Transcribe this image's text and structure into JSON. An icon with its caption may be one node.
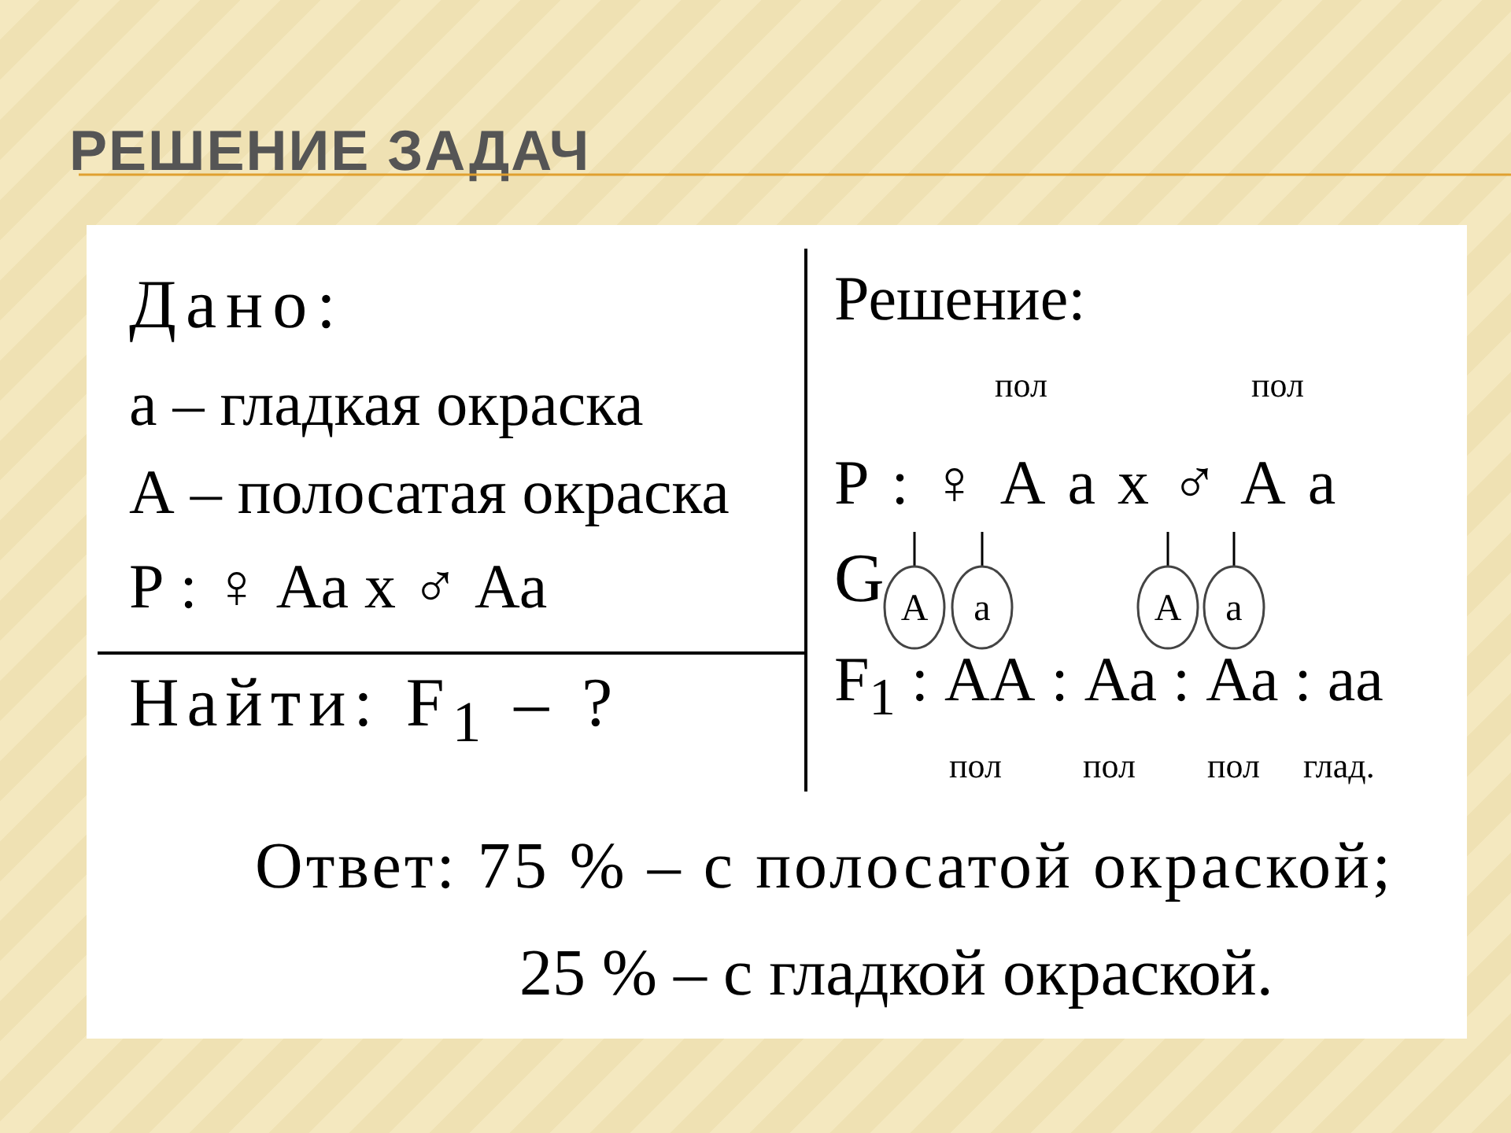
{
  "diagram": {
    "title": "РЕШЕНИЕ ЗАДАЧ",
    "nodes": [
      {
        "text": [
          "A"
        ]
      },
      {
        "text": [
          "a"
        ]
      },
      {
        "text": [
          "A"
        ]
      },
      {
        "text": [
          "a"
        ]
      }
    ],
    "edges": [
      {
        "from": null,
        "to": 0,
        "arrow": "none"
      },
      {
        "from": null,
        "to": 1,
        "arrow": "none"
      },
      {
        "from": null,
        "to": 2,
        "arrow": "none"
      },
      {
        "from": null,
        "to": 3,
        "arrow": "none"
      }
    ],
    "labels": [
      "Дано:",
      "а – гладкая окраска",
      "А – полосатая окраска",
      "Р : ♀ Аа х ♂ Аа",
      "Найти: F$_{1}$ – ?",
      "Решение:",
      "пол",
      "пол",
      "Р : ♀ А  а  х  ♂ А а",
      "G",
      "F$_{1}$ : АА : Аа : Аа : аа",
      "пол",
      "пол",
      "пол",
      "глад.",
      "Ответ: 75 % – с полосатой окраской;",
      "25 % – с гладкой окраской."
    ]
  }
}
